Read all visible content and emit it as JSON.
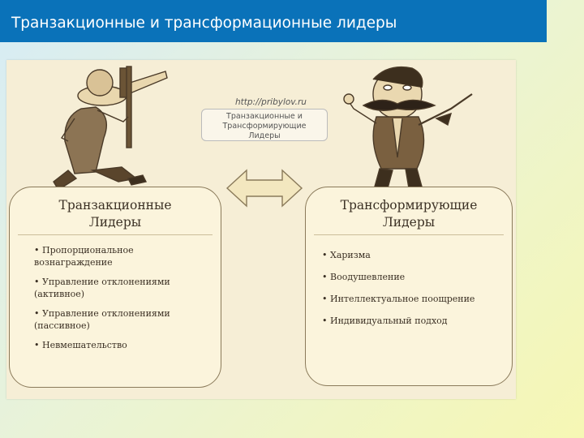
{
  "header": {
    "title": "Транзакционные и трансформационные лидеры"
  },
  "figure": {
    "url": "http://pribylov.ru",
    "center_box": {
      "line1": "Транзакционные и",
      "line2": "Трансформирующие",
      "line3": "Лидеры"
    },
    "left_panel": {
      "title_line1": "Транзакционные",
      "title_line2": "Лидеры",
      "items": [
        "• Пропорциональное вознаграждение",
        "• Управление отклонениями (активное)",
        "• Управление отклонениями (пассивное)",
        "• Невмешательство"
      ]
    },
    "right_panel": {
      "title_line1": "Трансформирующие",
      "title_line2": "Лидеры",
      "items": [
        "• Харизма",
        "• Воодушевление",
        "• Интеллектуальное поощрение",
        "• Индивидуальный подход"
      ]
    }
  },
  "colors": {
    "header_bg": "#0a72b9",
    "figure_bg": "#f6eed6",
    "panel_border": "#8a7a5a",
    "arrow_fill": "#f3e7bf"
  },
  "icons": [
    "running-manager-illustration",
    "mustached-leader-illustration",
    "double-arrow-icon"
  ]
}
